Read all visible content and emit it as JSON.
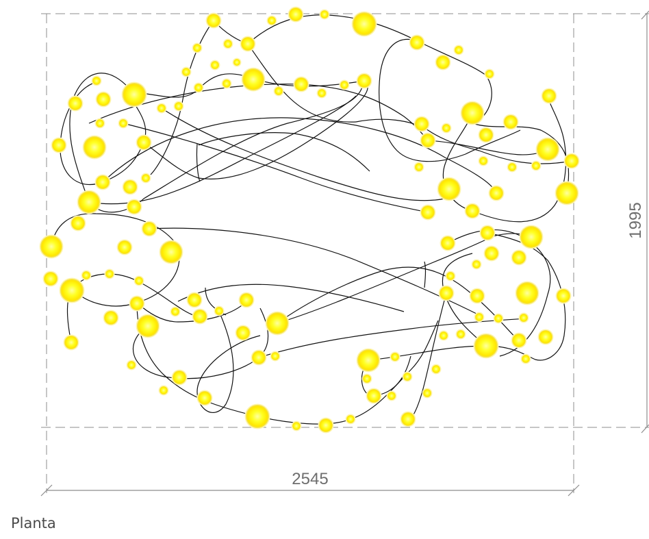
{
  "drawing": {
    "width_label": "2545",
    "height_label": "1995",
    "caption": "Planta"
  },
  "colors": {
    "bulb_core": "#ffff22",
    "bulb_glow": "#ffe800",
    "cable": "#111111",
    "dimension": "#8c8c8c"
  }
}
